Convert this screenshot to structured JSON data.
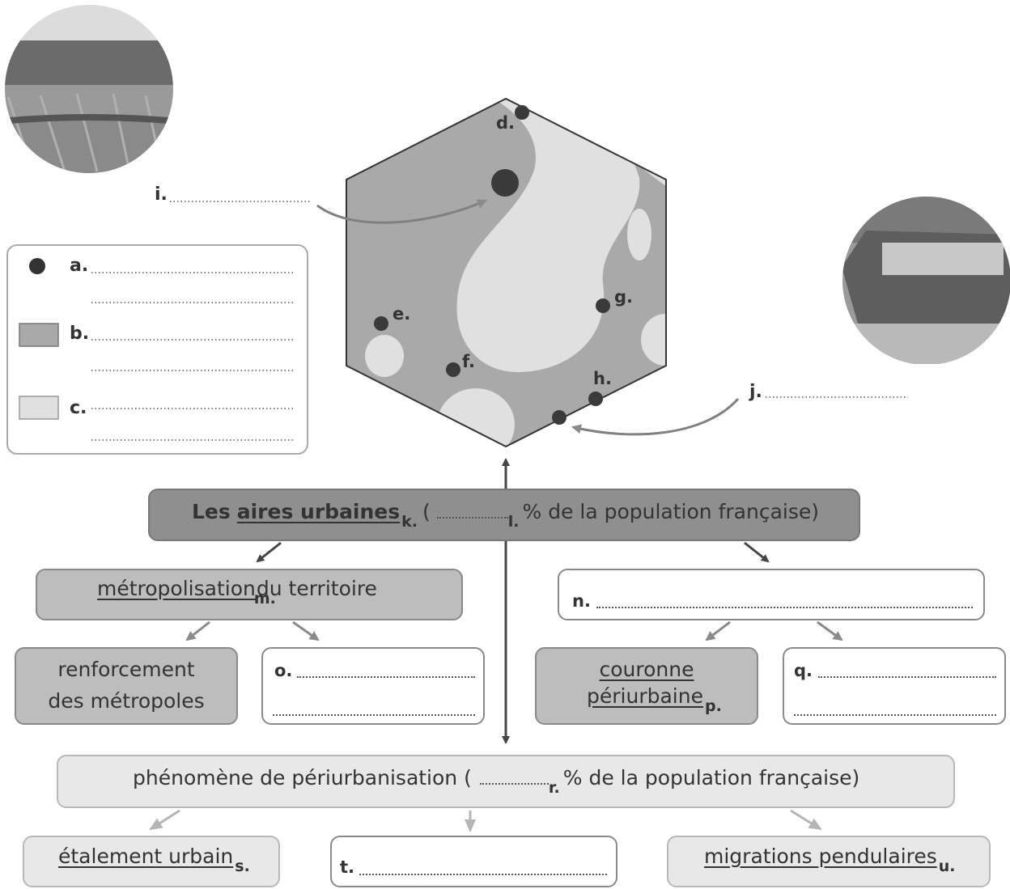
{
  "map_labels": {
    "d": "d.",
    "e": "e.",
    "f": "f.",
    "g": "g.",
    "h": "h.",
    "i": "i.",
    "j": "j."
  },
  "legend": {
    "a": "a.",
    "b": "b.",
    "c": "c."
  },
  "main": {
    "pre": "Les",
    "term": "aires urbaines",
    "term_letter": "k.",
    "open": "(",
    "blank_letter": "l.",
    "post": "% de la population française)"
  },
  "left_box": {
    "term": "métropolisation",
    "term_letter": "m.",
    "post": "du territoire"
  },
  "right_box": {
    "letter": "n."
  },
  "box_renforcement": {
    "line1": "renforcement",
    "line2": "des métropoles"
  },
  "box_o": {
    "letter": "o."
  },
  "box_couronne": {
    "line1": "couronne",
    "line2": "périurbaine",
    "letter": "p."
  },
  "box_q": {
    "letter": "q."
  },
  "peri": {
    "pre": "phénomène de périurbanisation (",
    "letter": "r.",
    "post": "% de la population française)"
  },
  "box_s": {
    "term": "étalement urbain",
    "letter": "s."
  },
  "box_t": {
    "letter": "t."
  },
  "box_u": {
    "term": "migrations pendulaires",
    "letter": "u."
  },
  "colors": {
    "dark_fill": "#8f8f8f",
    "mid_fill": "#bdbdbd",
    "light_fill": "#e8e8e8",
    "dot": "#3a3a3a",
    "arrow": "#808080"
  }
}
